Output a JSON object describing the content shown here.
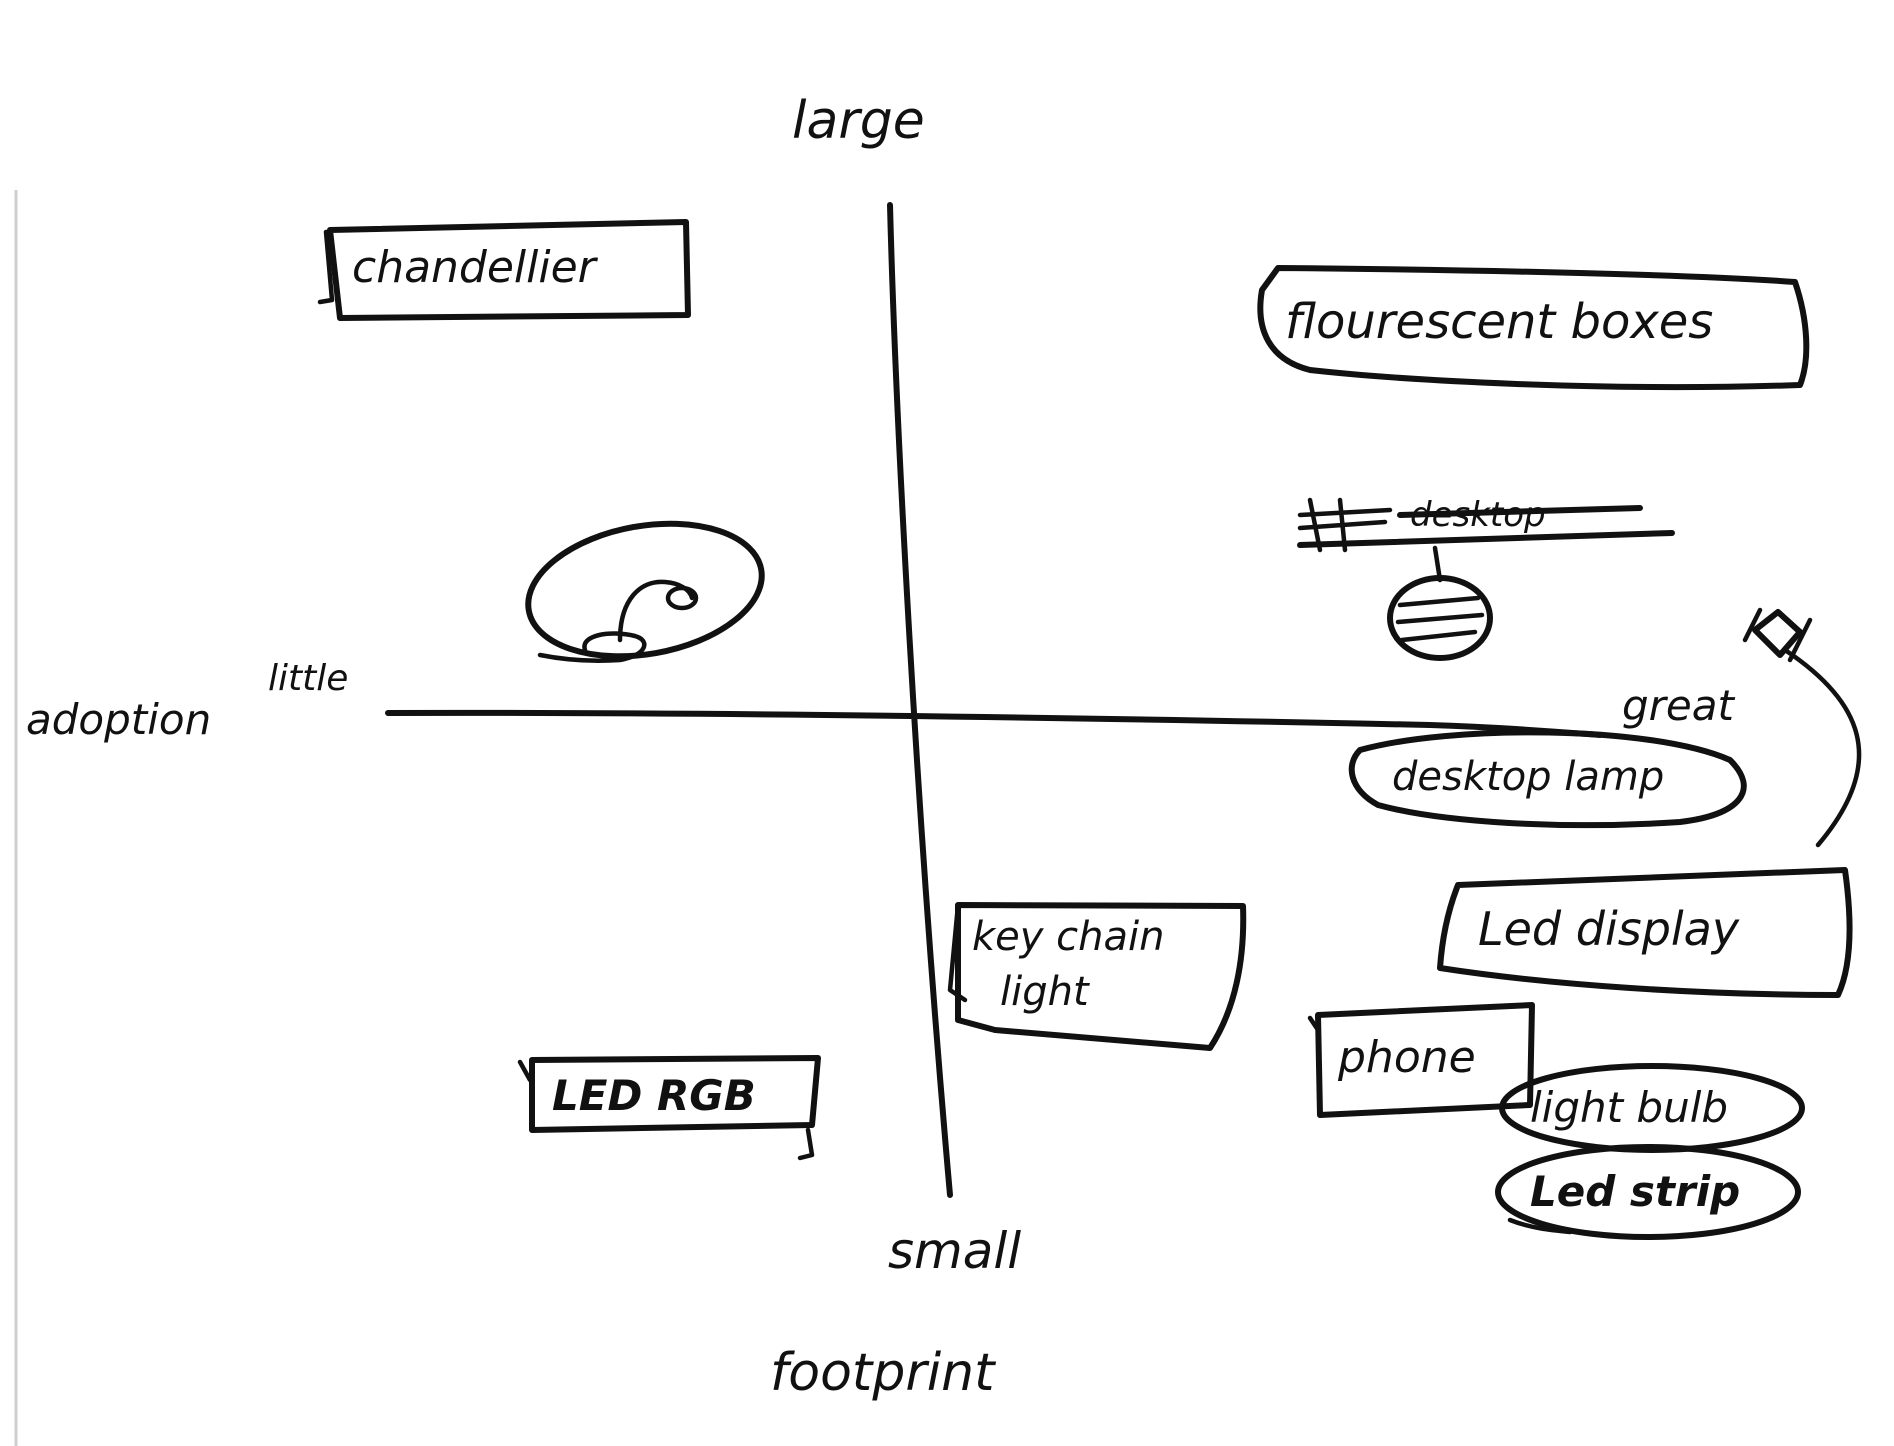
{
  "axes": {
    "vertical_top": "large",
    "vertical_bottom": "small",
    "vertical_title": "footprint",
    "horizontal_left": "little",
    "horizontal_right": "great",
    "horizontal_title": "adoption"
  },
  "items": {
    "chandelier": "chandellier",
    "fluorescent_boxes": "flourescent boxes",
    "crossed_out": "desktop",
    "desktop_lamp": "desktop lamp",
    "led_display": "Led display",
    "key_chain_line1": "key chain",
    "key_chain_line2": "light",
    "led_rgb": "LED RGB",
    "phone": "phone",
    "light_bulb": "light bulb",
    "led_strip": "Led strip"
  },
  "colors": {
    "ink": "#111111",
    "paper": "#ffffff"
  }
}
